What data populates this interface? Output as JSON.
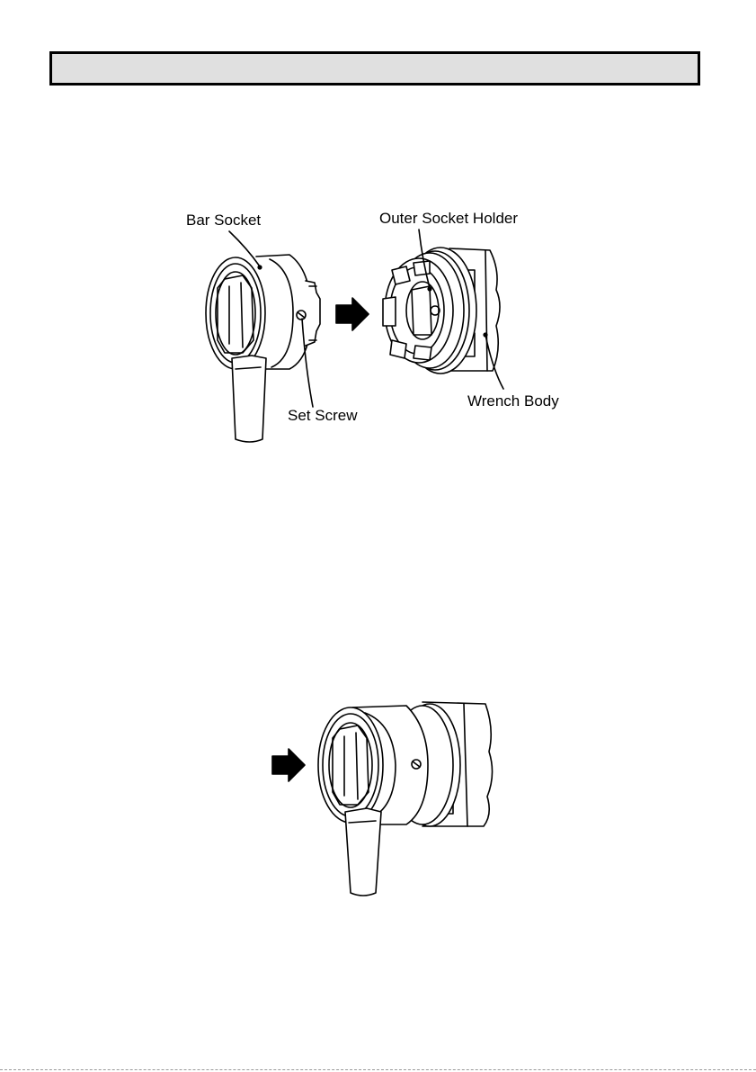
{
  "header": {
    "title": ""
  },
  "figure1": {
    "labels": {
      "bar_socket": "Bar Socket",
      "outer_socket_holder": "Outer Socket Holder",
      "set_screw": "Set Screw",
      "wrench_body": "Wrench Body"
    }
  },
  "icons": {
    "arrow": "right-arrow-icon"
  }
}
